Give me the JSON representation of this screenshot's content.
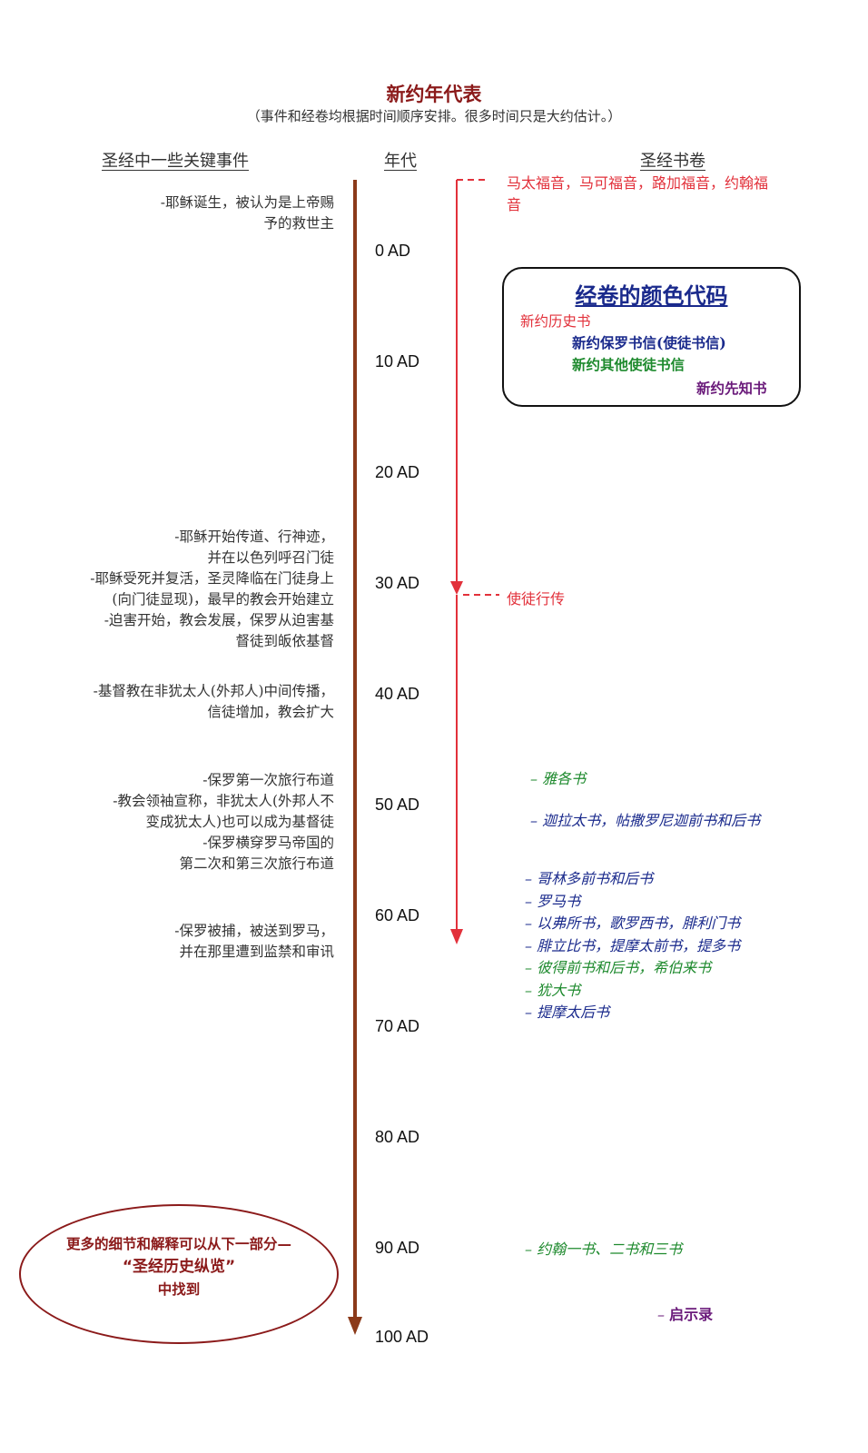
{
  "title": "新约年代表",
  "subtitle": "（事件和经卷均根据时间顺序安排。很多时间只是大约估计。）",
  "headers": {
    "events": "圣经中一些关键事件",
    "years": "年代",
    "books": "圣经书卷"
  },
  "years": [
    "0 AD",
    "10 AD",
    "20 AD",
    "30 AD",
    "40 AD",
    "50 AD",
    "60 AD",
    "70 AD",
    "80 AD",
    "90 AD",
    "100 AD"
  ],
  "events": [
    {
      "lines": [
        "-耶稣诞生，被认为是上帝赐",
        "予的救世主"
      ]
    },
    {
      "lines": [
        "-耶稣开始传道、行神迹，",
        "并在以色列呼召门徒",
        "-耶稣受死并复活，圣灵降临在门徒身上",
        "(向门徒显现)，最早的教会开始建立",
        "-迫害开始，教会发展，保罗从迫害基",
        "督徒到皈依基督"
      ]
    },
    {
      "lines": [
        "-基督教在非犹太人(外邦人)中间传播，",
        "信徒增加，教会扩大"
      ]
    },
    {
      "lines": [
        "-保罗第一次旅行布道",
        "-教会领袖宣称，非犹太人(外邦人不",
        "变成犹太人)也可以成为基督徒",
        "-保罗横穿罗马帝国的",
        "第二次和第三次旅行布道"
      ]
    },
    {
      "lines": [
        "-保罗被捕，被送到罗马，",
        "并在那里遭到监禁和审讯"
      ]
    }
  ],
  "books": {
    "gospels": [
      "马太福音，马可福音，路加福音，约翰福",
      "音"
    ],
    "acts": "使徒行传",
    "james": "– 雅各书",
    "galatians": "– 迦拉太书，帖撒罗尼迦前书和后书",
    "group60": [
      {
        "text": "– 哥林多前书和后书",
        "kind": "pauline"
      },
      {
        "text": "– 罗马书",
        "kind": "pauline"
      },
      {
        "text": "– 以弗所书，歌罗西书，腓利门书",
        "kind": "pauline"
      },
      {
        "text": "– 腓立比书，提摩太前书，提多书",
        "kind": "pauline"
      },
      {
        "text": "– 彼得前书和后书，希伯来书",
        "kind": "general"
      },
      {
        "text": "– 犹大书",
        "kind": "general"
      },
      {
        "text": "– 提摩太后书",
        "kind": "pauline"
      }
    ],
    "john": "– 约翰一书、二书和三书",
    "revelation_dash": "– ",
    "revelation": "启示录"
  },
  "legend": {
    "title": "经卷的颜色代码",
    "history": "新约历史书",
    "pauline": "新约保罗书信(使徒书信)",
    "general": "新约其他使徒书信",
    "prophecy": "新约先知书"
  },
  "note": {
    "lines": [
      "更多的细节和解释可以从下一部分—",
      "“圣经历史纵览”",
      "中找到"
    ]
  },
  "colors": {
    "timeline": "#8b3a1a",
    "history": "#e2313b",
    "pauline": "#1a2a8c",
    "general": "#1e8a2e",
    "prophecy": "#6a1a7a",
    "note": "#8b1a1a"
  }
}
